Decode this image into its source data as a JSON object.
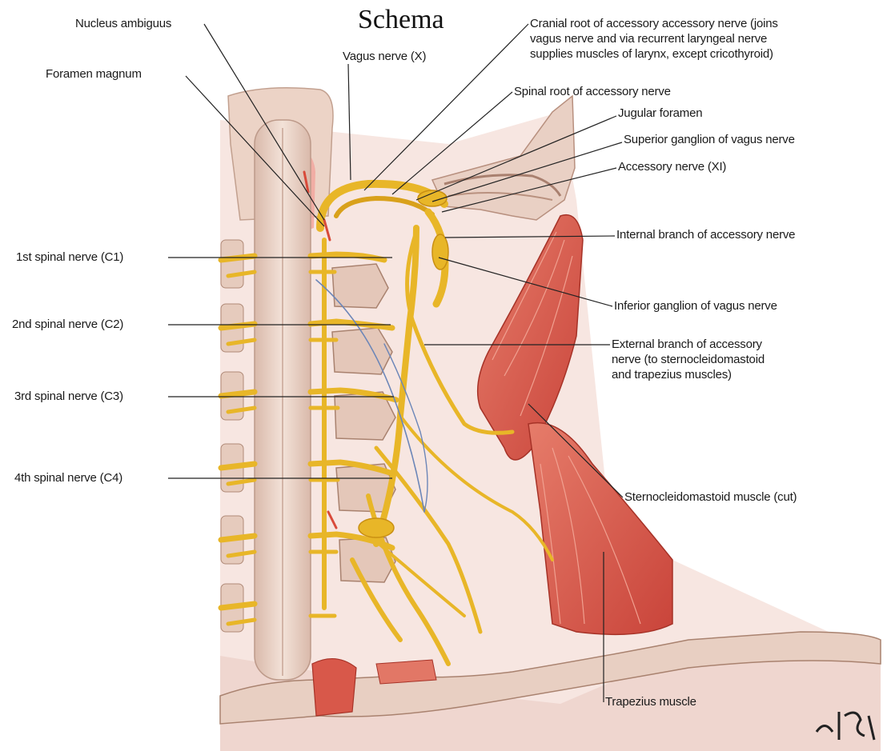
{
  "title": "Schema",
  "labels": {
    "nucleus_ambiguus": "Nucleus ambiguus",
    "vagus_nerve": "Vagus nerve (X)",
    "foramen_magnum": "Foramen magnum",
    "cranial_root": [
      "Cranial root of accessory accessory nerve (joins",
      "vagus nerve and via recurrent laryngeal nerve",
      "supplies muscles of larynx, except cricothyroid)"
    ],
    "spinal_root": "Spinal root of accessory nerve",
    "jugular_foramen": "Jugular foramen",
    "superior_ganglion": "Superior ganglion of vagus nerve",
    "accessory_nerve": "Accessory nerve (XI)",
    "internal_branch": "Internal branch of accessory nerve",
    "c1": "1st spinal nerve (C1)",
    "inferior_ganglion": "Inferior ganglion of vagus nerve",
    "c2": "2nd spinal nerve (C2)",
    "external_branch": [
      "External branch of accessory",
      "nerve (to sternocleidomastoid",
      "and trapezius muscles)"
    ],
    "c3": "3rd spinal nerve (C3)",
    "c4": "4th spinal nerve (C4)",
    "scm": "Sternocleidomastoid muscle (cut)",
    "trapezius": "Trapezius muscle"
  },
  "colors": {
    "nerve": "#e8b628",
    "nerve_dark": "#c98f12",
    "bone": "#ead2c4",
    "bone_dark": "#c9a596",
    "muscle": "#d8584a",
    "muscle_light": "#e88a78",
    "tissue": "#f6e4df",
    "leader": "#222222"
  }
}
